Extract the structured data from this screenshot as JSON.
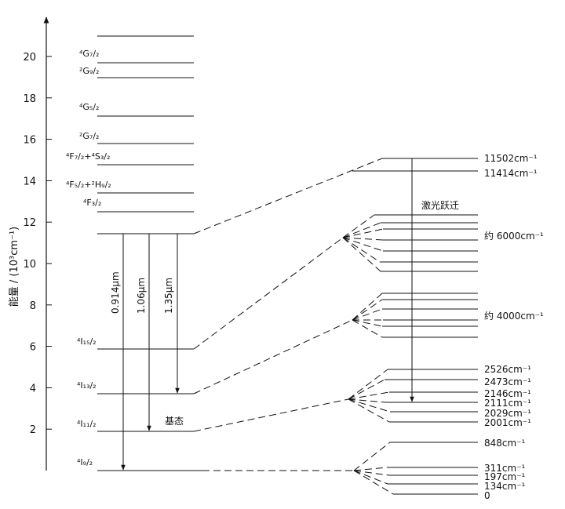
{
  "axis": {
    "label": "能量 / (10³cm⁻¹)",
    "ticks": [
      "2",
      "4",
      "6",
      "8",
      "10",
      "12",
      "14",
      "16",
      "18",
      "20"
    ]
  },
  "upper_levels": [
    {
      "text": "⁴G₇/₂"
    },
    {
      "text": "²G₉/₂"
    },
    {
      "text": "⁴G₅/₂"
    },
    {
      "text": "²G₇/₂"
    },
    {
      "text": "⁴F₇/₂+⁴S₃/₂"
    },
    {
      "text": "⁴F₅/₂+²H₉/₂"
    },
    {
      "text": "⁴F₃/₂"
    }
  ],
  "lower_levels": [
    {
      "text": "⁴I₁₅/₂"
    },
    {
      "text": "⁴I₁₃/₂"
    },
    {
      "text": "⁴I₁₁/₂"
    },
    {
      "text": "⁴I₉/₂"
    }
  ],
  "ground_label": "基态",
  "transitions": [
    "0.914μm",
    "1.06μm",
    "1.35μm"
  ],
  "laser_label": "激光跃迁",
  "stark_labels": {
    "f32": [
      "11502cm⁻¹",
      "11414cm⁻¹"
    ],
    "i15": "约 6000cm⁻¹",
    "i13": "约 4000cm⁻¹",
    "i11": [
      "2526cm⁻¹",
      "2473cm⁻¹",
      "2146cm⁻¹",
      "2111cm⁻¹",
      "2029cm⁻¹",
      "2001cm⁻¹"
    ],
    "i9": [
      "848cm⁻¹",
      "311cm⁻¹",
      "197cm⁻¹",
      "134cm⁻¹",
      "0"
    ]
  }
}
